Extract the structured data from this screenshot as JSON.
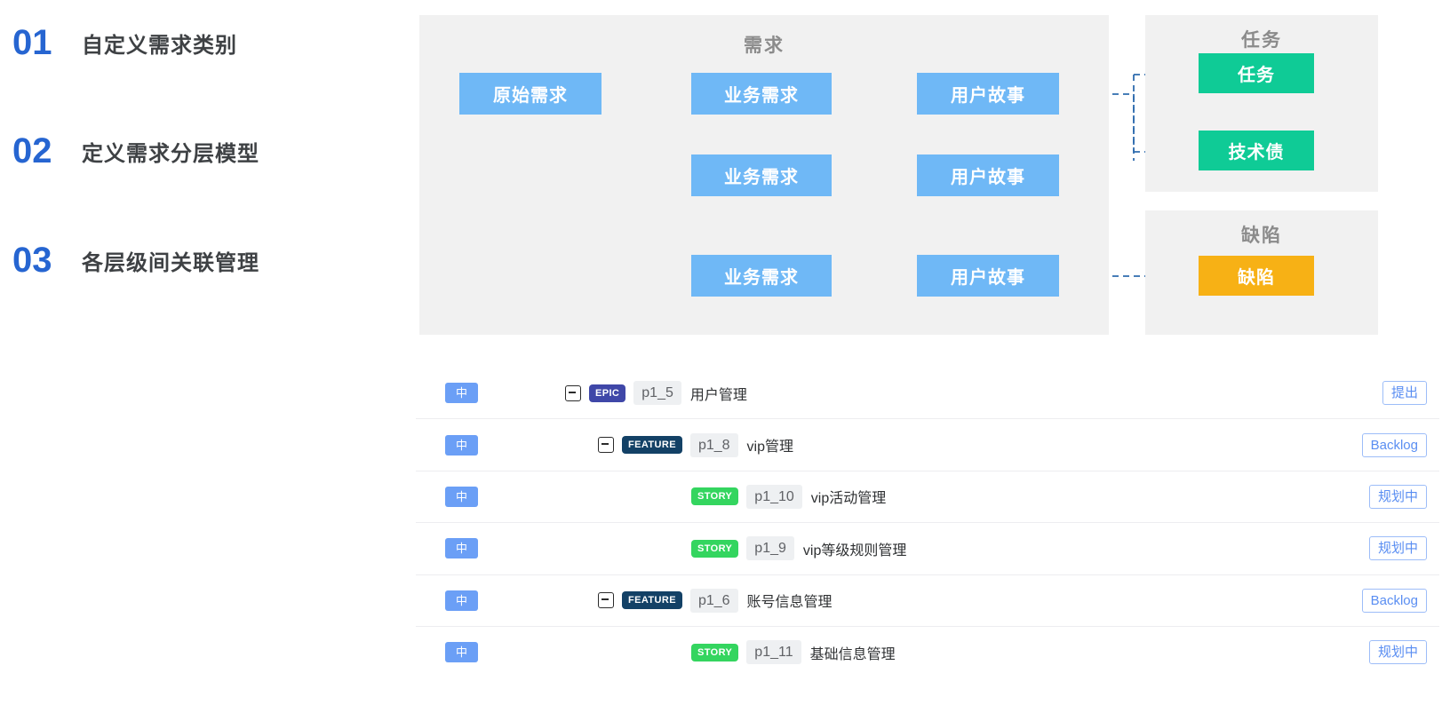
{
  "steps": [
    {
      "num": "01",
      "label": "自定义需求类别"
    },
    {
      "num": "02",
      "label": "定义需求分层模型"
    },
    {
      "num": "03",
      "label": "各层级间关联管理"
    }
  ],
  "colors": {
    "step_number": "#2665d1",
    "step_label": "#3e4144",
    "panel_bg": "#f1f1f1",
    "panel_title": "#8b8b8b",
    "node_blue": "#6fb8f6",
    "node_green": "#0fcb96",
    "node_orange": "#f7b115",
    "wire": "#3f74ad",
    "priority_badge": "#6b9ff6",
    "type_epic": "#3f47a8",
    "type_feature": "#134166",
    "type_story": "#34d55f",
    "status_border": "#9dbdf8",
    "status_text": "#5a8ef2",
    "row_divider": "#ededf0"
  },
  "diagram": {
    "panels": [
      {
        "id": "requirement",
        "title": "需求"
      },
      {
        "id": "task",
        "title": "任务"
      },
      {
        "id": "defect",
        "title": "缺陷"
      }
    ],
    "requirement_nodes": {
      "raw": [
        "原始需求"
      ],
      "business": [
        "业务需求",
        "业务需求",
        "业务需求"
      ],
      "story": [
        "用户故事",
        "用户故事",
        "用户故事"
      ]
    },
    "task_nodes": [
      "任务",
      "技术债"
    ],
    "defect_nodes": [
      "缺陷"
    ]
  },
  "list": {
    "rows": [
      {
        "priority": "中",
        "indent": 0,
        "collapsible": true,
        "type": "EPIC",
        "type_class": "epic",
        "code": "p1_5",
        "title": "用户管理",
        "status": "提出"
      },
      {
        "priority": "中",
        "indent": 1,
        "collapsible": true,
        "type": "FEATURE",
        "type_class": "feature",
        "code": "p1_8",
        "title": "vip管理",
        "status": "Backlog"
      },
      {
        "priority": "中",
        "indent": 2,
        "collapsible": false,
        "type": "STORY",
        "type_class": "story",
        "code": "p1_10",
        "title": "vip活动管理",
        "status": "规划中"
      },
      {
        "priority": "中",
        "indent": 2,
        "collapsible": false,
        "type": "STORY",
        "type_class": "story",
        "code": "p1_9",
        "title": "vip等级规则管理",
        "status": "规划中"
      },
      {
        "priority": "中",
        "indent": 1,
        "collapsible": true,
        "type": "FEATURE",
        "type_class": "feature",
        "code": "p1_6",
        "title": "账号信息管理",
        "status": "Backlog"
      },
      {
        "priority": "中",
        "indent": 2,
        "collapsible": false,
        "type": "STORY",
        "type_class": "story",
        "code": "p1_11",
        "title": "基础信息管理",
        "status": "规划中"
      }
    ]
  }
}
